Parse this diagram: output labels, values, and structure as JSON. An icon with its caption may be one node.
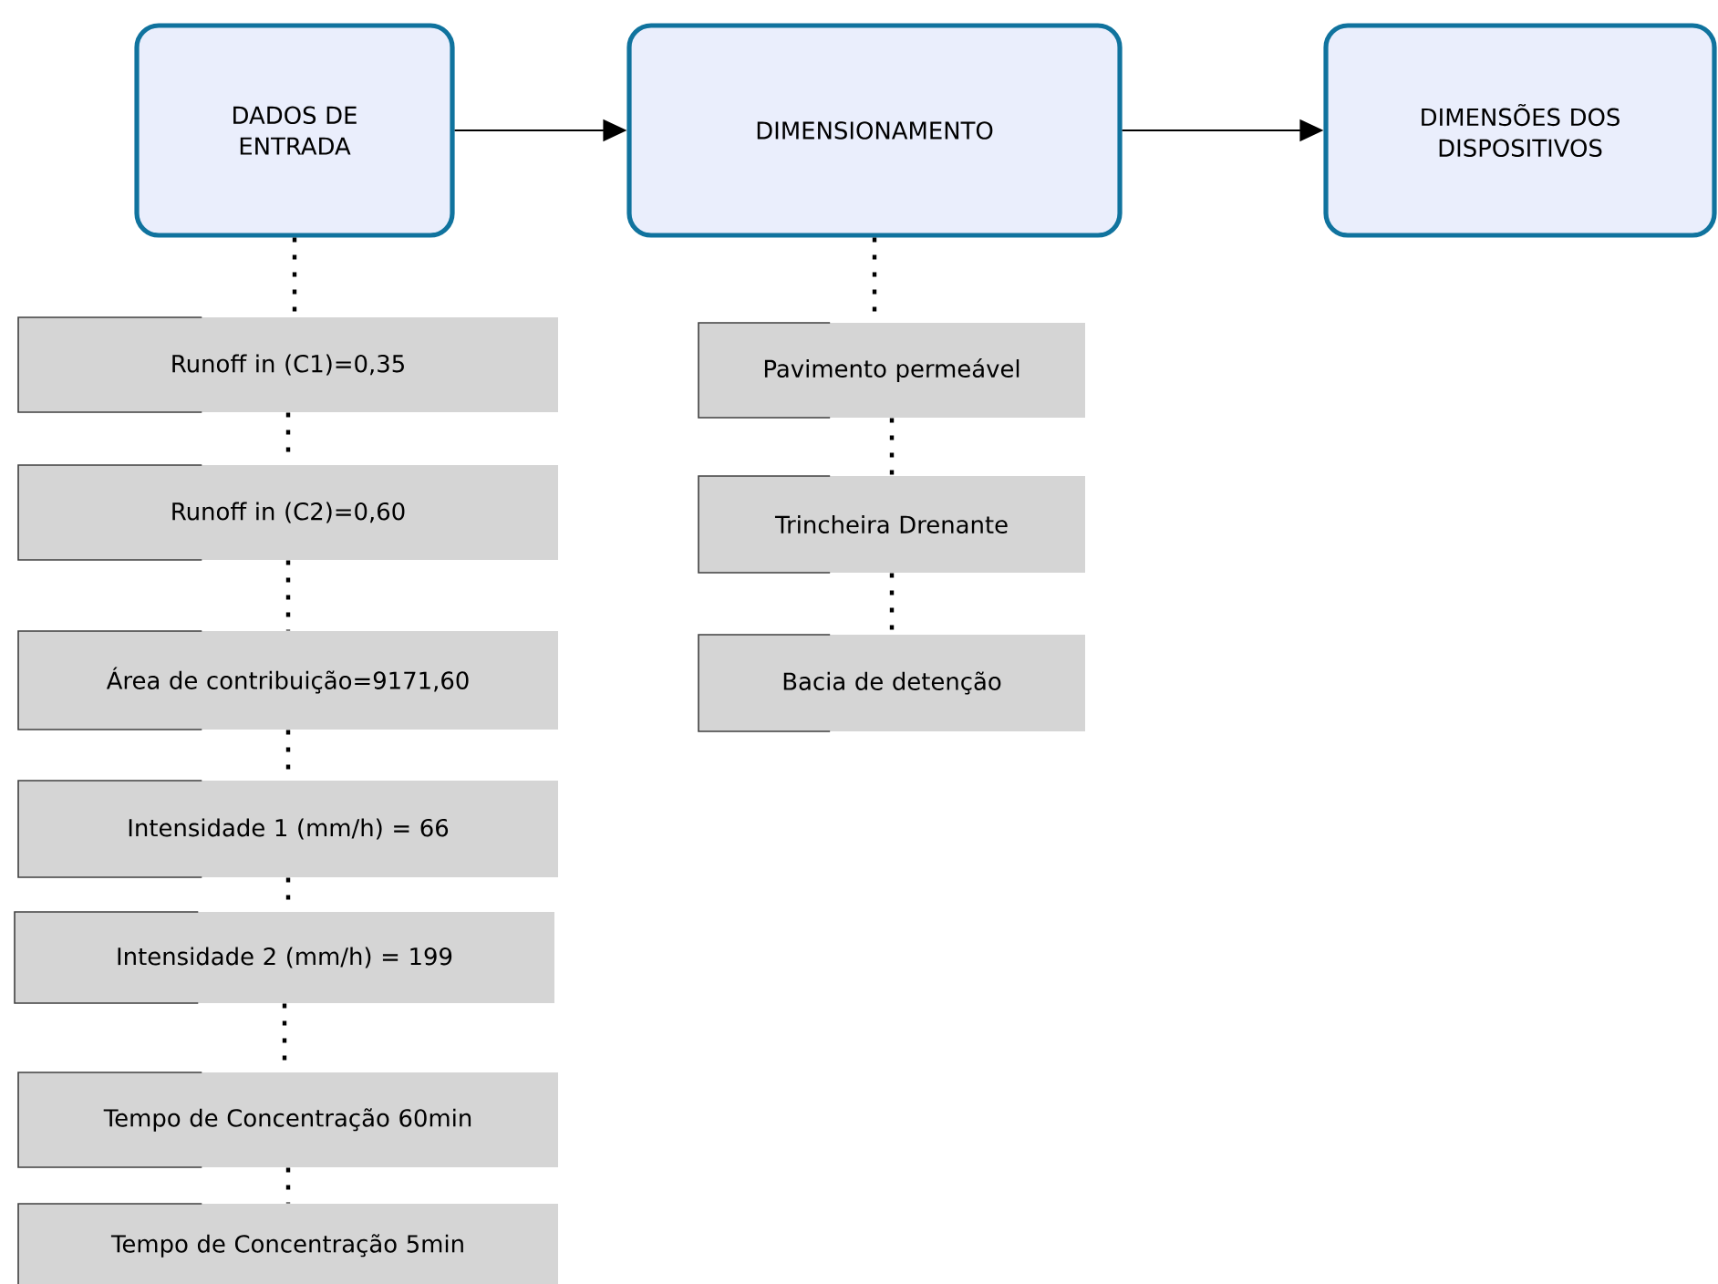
{
  "diagram": {
    "nodes": [
      {
        "text": [
          "DADOS DE ENTRADA"
        ]
      },
      {
        "text": [
          "DIMENSIONAMENTO"
        ]
      },
      {
        "text": [
          "DIMENSÕES DOS DISPOSITIVOS"
        ]
      },
      {
        "text": [
          "Runoff in (C1)=0,35"
        ]
      },
      {
        "text": [
          "Runoff in (C2)=0,60"
        ]
      },
      {
        "text": [
          "Área de contribuição=9171,60"
        ]
      },
      {
        "text": [
          "Intensidade 1 (mm/h) = 66"
        ]
      },
      {
        "text": [
          "Intensidade 2 (mm/h) = 199"
        ]
      },
      {
        "text": [
          "Tempo de Concentração 60min"
        ]
      },
      {
        "text": [
          "Tempo de Concentração 5min"
        ]
      },
      {
        "text": [
          "Pavimento permeável"
        ]
      },
      {
        "text": [
          "Trincheira Drenante"
        ]
      },
      {
        "text": [
          "Bacia de detenção"
        ]
      }
    ],
    "edges": [
      {
        "from": 0,
        "to": 1,
        "arrow": "to"
      },
      {
        "from": 1,
        "to": 2,
        "arrow": "to"
      },
      {
        "from": 0,
        "to": 3,
        "arrow": "none",
        "style": "dashed"
      },
      {
        "from": 3,
        "to": 4,
        "arrow": "none",
        "style": "dashed"
      },
      {
        "from": 4,
        "to": 5,
        "arrow": "none",
        "style": "dashed"
      },
      {
        "from": 5,
        "to": 6,
        "arrow": "none",
        "style": "dashed"
      },
      {
        "from": 6,
        "to": 7,
        "arrow": "none",
        "style": "dashed"
      },
      {
        "from": 7,
        "to": 8,
        "arrow": "none",
        "style": "dashed"
      },
      {
        "from": 8,
        "to": 9,
        "arrow": "none",
        "style": "dashed"
      },
      {
        "from": 1,
        "to": 10,
        "arrow": "none",
        "style": "dashed"
      },
      {
        "from": 10,
        "to": 11,
        "arrow": "none",
        "style": "dashed"
      },
      {
        "from": 11,
        "to": 12,
        "arrow": "none",
        "style": "dashed"
      }
    ]
  }
}
